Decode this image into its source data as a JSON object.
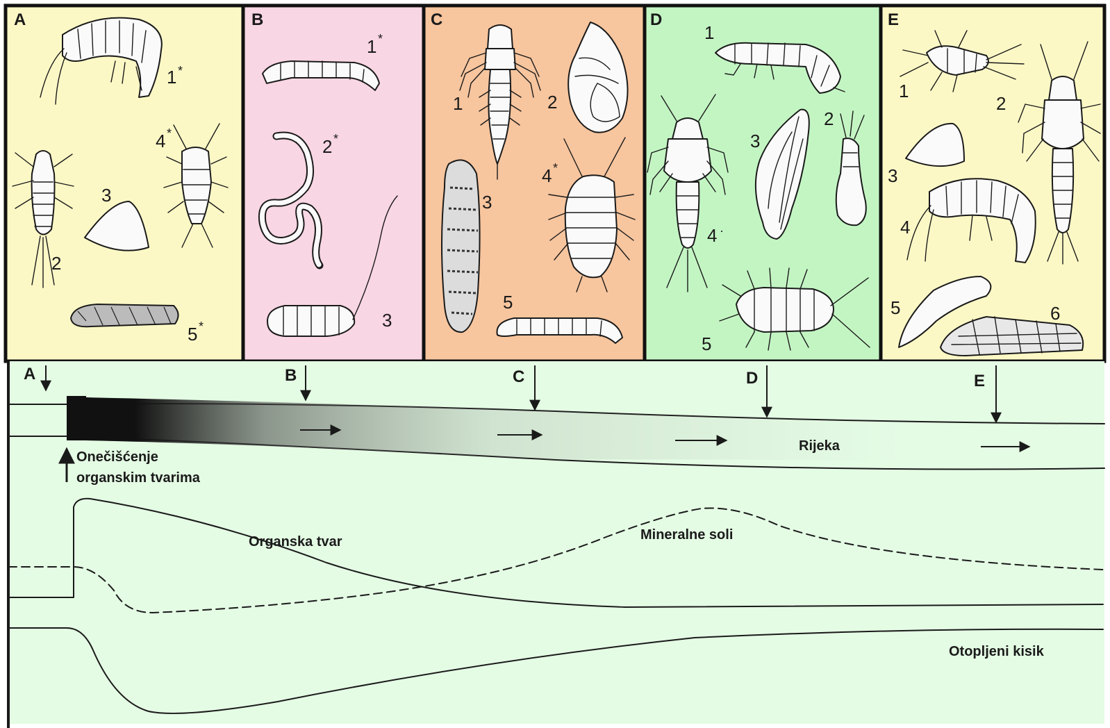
{
  "colors": {
    "panel_A": "#fcf8c6",
    "panel_B": "#f9d6e3",
    "panel_C": "#f7c59e",
    "panel_D": "#c3f5c3",
    "panel_E": "#fcf8c6",
    "river_bg": "#e4fbe4",
    "ink": "#1a1a1a"
  },
  "panels": [
    {
      "letter": "A",
      "labels": [
        {
          "n": "1",
          "star": "*"
        },
        {
          "n": "2",
          "star": ""
        },
        {
          "n": "3",
          "star": ""
        },
        {
          "n": "4",
          "star": "*"
        },
        {
          "n": "5",
          "star": "*"
        }
      ]
    },
    {
      "letter": "B",
      "labels": [
        {
          "n": "1",
          "star": "*"
        },
        {
          "n": "2",
          "star": "*"
        },
        {
          "n": "3",
          "star": ""
        }
      ]
    },
    {
      "letter": "C",
      "labels": [
        {
          "n": "1",
          "star": ""
        },
        {
          "n": "2",
          "star": ""
        },
        {
          "n": "3",
          "star": ""
        },
        {
          "n": "4",
          "star": "*"
        },
        {
          "n": "5",
          "star": ""
        }
      ]
    },
    {
      "letter": "D",
      "labels": [
        {
          "n": "1",
          "star": ""
        },
        {
          "n": "2",
          "star": ""
        },
        {
          "n": "3",
          "star": ""
        },
        {
          "n": "4",
          "star": "·"
        },
        {
          "n": "5",
          "star": ""
        }
      ]
    },
    {
      "letter": "E",
      "labels": [
        {
          "n": "1",
          "star": ""
        },
        {
          "n": "2",
          "star": ""
        },
        {
          "n": "3",
          "star": ""
        },
        {
          "n": "4",
          "star": ""
        },
        {
          "n": "5",
          "star": ""
        },
        {
          "n": "6",
          "star": ""
        }
      ]
    }
  ],
  "sites": [
    "A",
    "B",
    "C",
    "D",
    "E"
  ],
  "labels": {
    "pollution_line1": "Onečišćenje",
    "pollution_line2": "organskim tvarima",
    "river": "Rijeka",
    "organic_matter": "Organska tvar",
    "mineral_salts": "Mineralne soli",
    "dissolved_oxygen": "Otopljeni kisik"
  }
}
